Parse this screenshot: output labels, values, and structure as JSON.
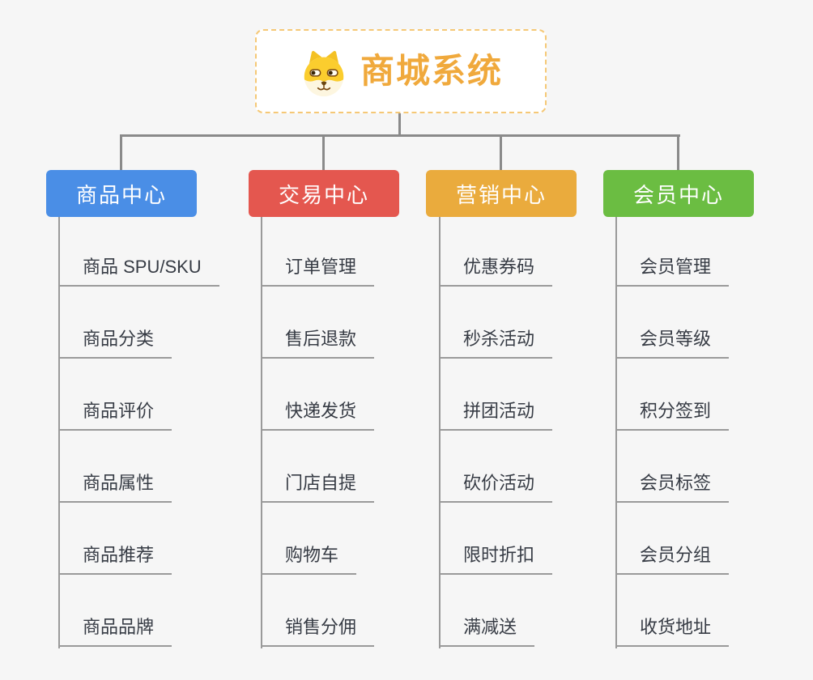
{
  "root": {
    "title": "商城系统",
    "icon": "dog-face-icon",
    "title_color": "#f0a93c",
    "border_color": "#f5c876"
  },
  "connector_color": "#8a8a8a",
  "columns": [
    {
      "title": "商品中心",
      "color": "#4a8ee6",
      "items": [
        "商品 SPU/SKU",
        "商品分类",
        "商品评价",
        "商品属性",
        "商品推荐",
        "商品品牌"
      ]
    },
    {
      "title": "交易中心",
      "color": "#e4574f",
      "items": [
        "订单管理",
        "售后退款",
        "快递发货",
        "门店自提",
        "购物车",
        "销售分佣"
      ]
    },
    {
      "title": "营销中心",
      "color": "#eaab3d",
      "items": [
        "优惠券码",
        "秒杀活动",
        "拼团活动",
        "砍价活动",
        "限时折扣",
        "满减送"
      ]
    },
    {
      "title": "会员中心",
      "color": "#6bbd42",
      "items": [
        "会员管理",
        "会员等级",
        "积分签到",
        "会员标签",
        "会员分组",
        "收货地址"
      ]
    }
  ]
}
